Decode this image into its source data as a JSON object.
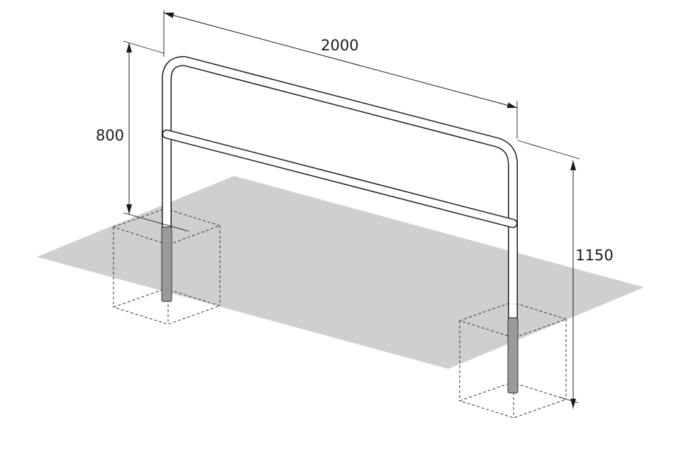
{
  "dimensions": {
    "length": "2000",
    "height": "800",
    "total_height": "1150"
  },
  "colors": {
    "ground": "#cfcfcf",
    "rail_stroke": "#1a1a1a",
    "rail_fill": "#ffffff",
    "post_embedded": "#9a9a9a"
  }
}
